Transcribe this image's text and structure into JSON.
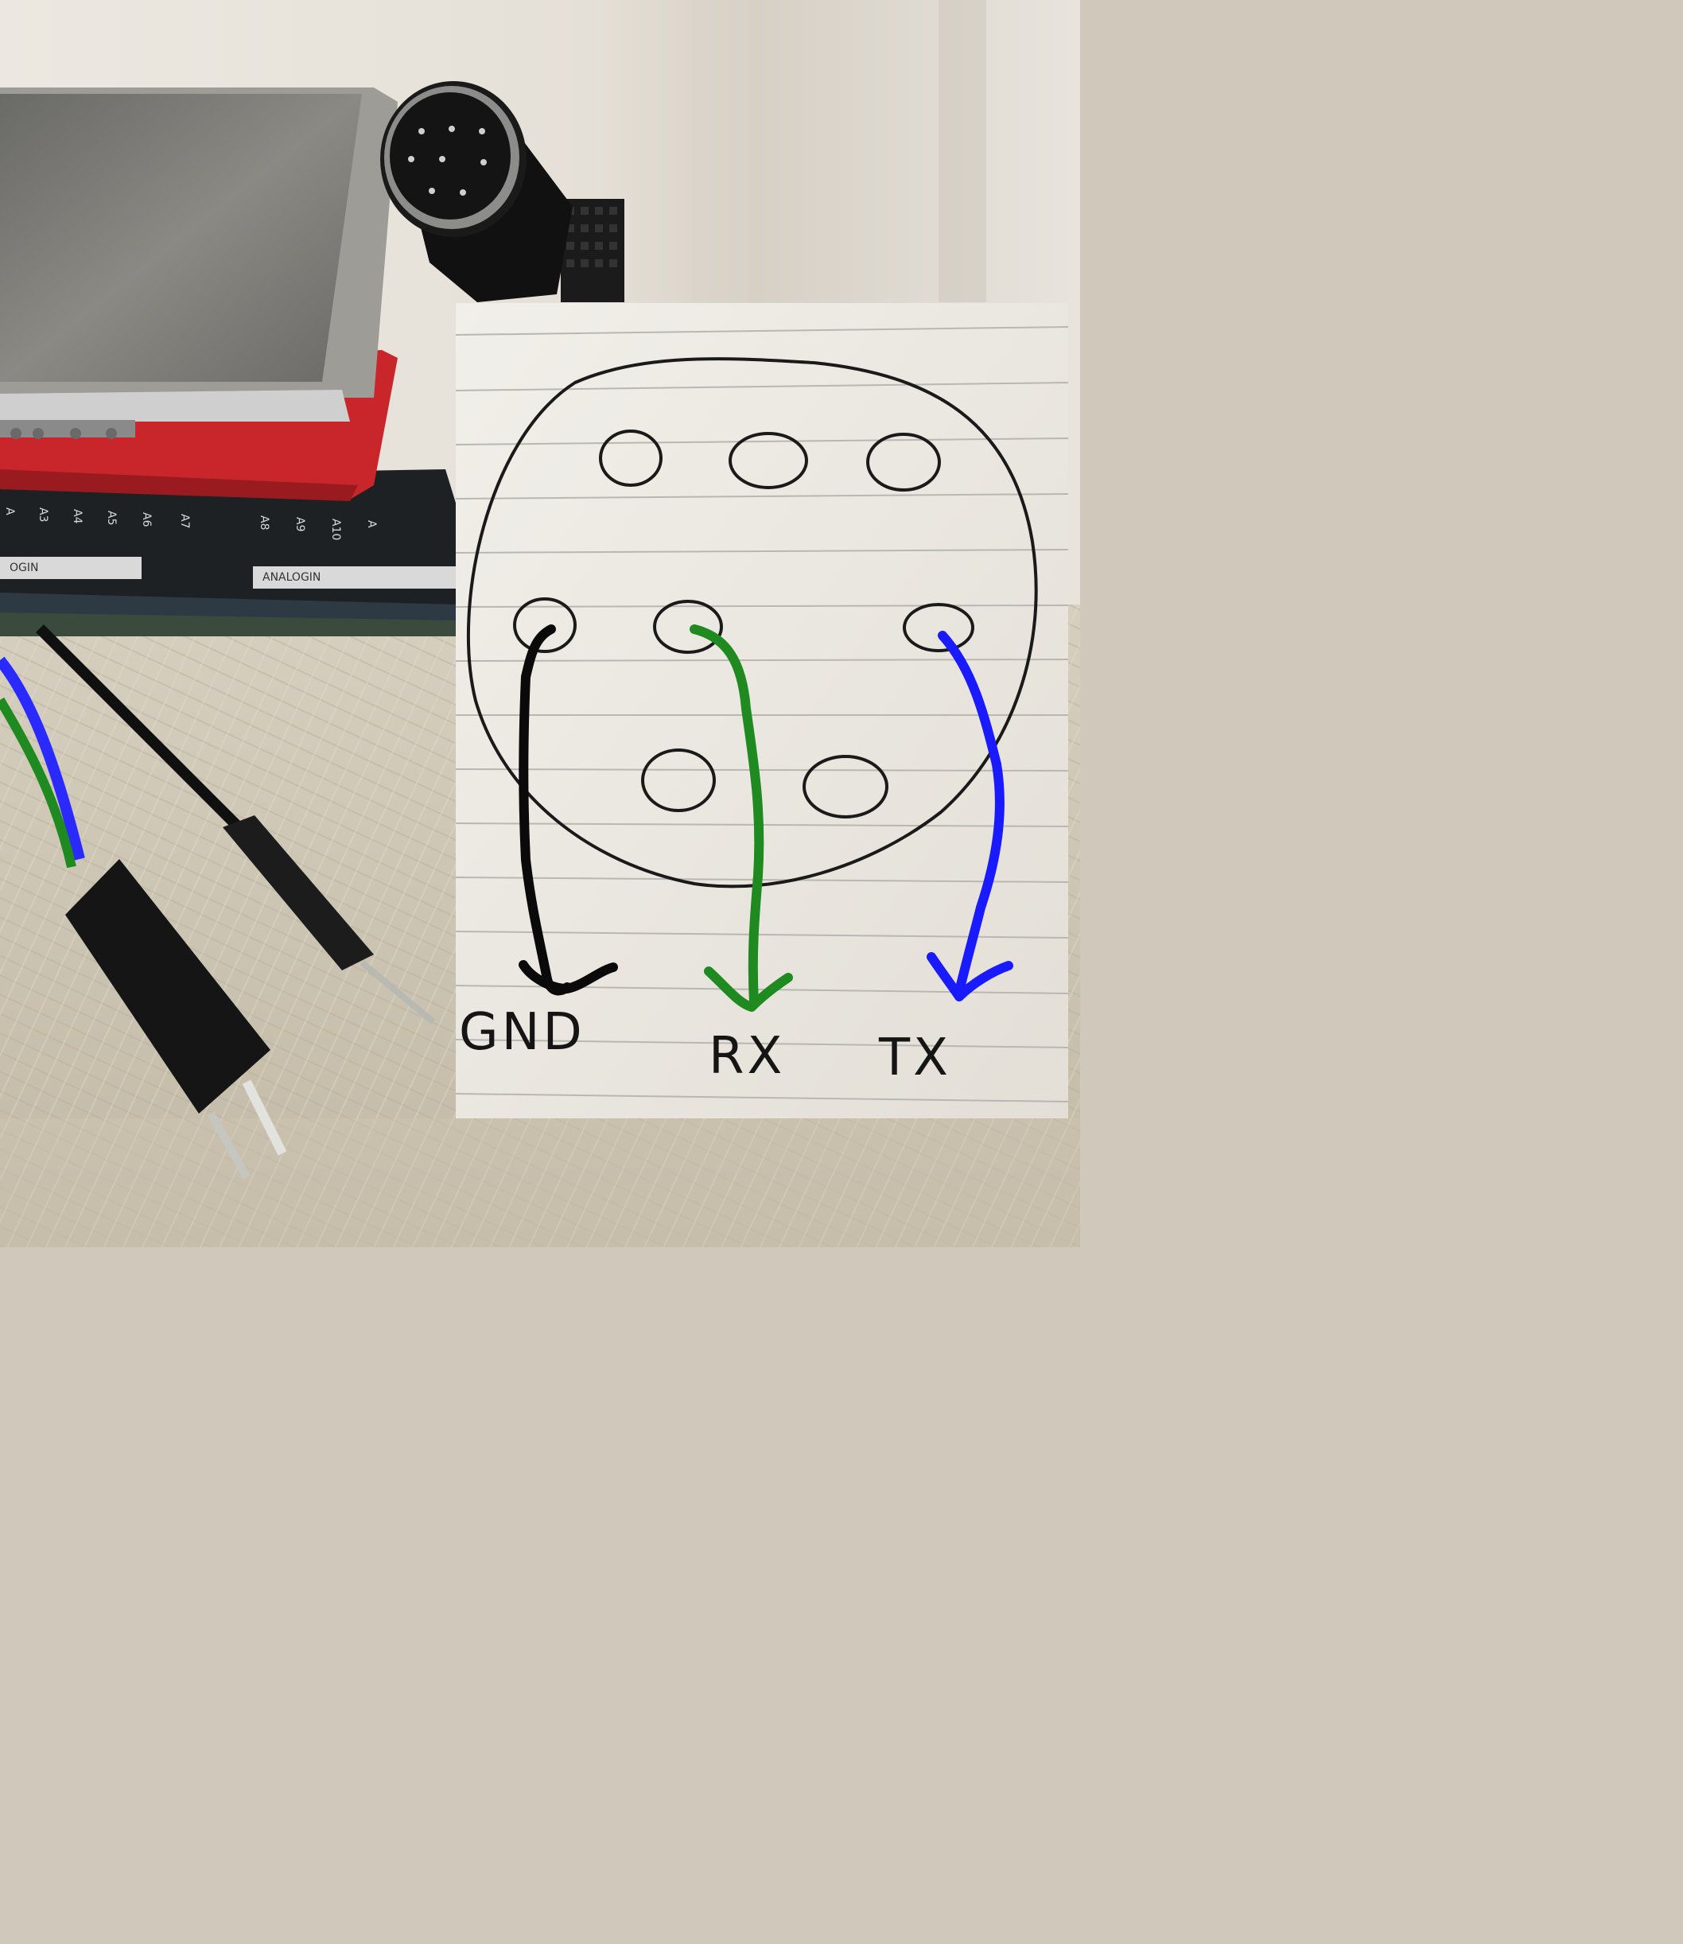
{
  "photo": {
    "description_colors": {
      "wall": "#e9e4dc",
      "cloth": "#cdc4b2",
      "board_red": "#c8262b",
      "board_black": "#1e2124"
    },
    "board_labels": {
      "pins": [
        "A",
        "A3",
        "A4",
        "A5",
        "A6",
        "A7",
        "A8",
        "A9",
        "A10",
        "A"
      ],
      "header_left": "OGIN",
      "header_right": "ANALOGIN"
    }
  },
  "note": {
    "labels": {
      "gnd": "GND",
      "rx": "RX",
      "tx": "TX"
    },
    "wire_colors": {
      "gnd": "#0a0a0a",
      "rx": "#1f8a1f",
      "tx": "#1a1aff"
    }
  }
}
